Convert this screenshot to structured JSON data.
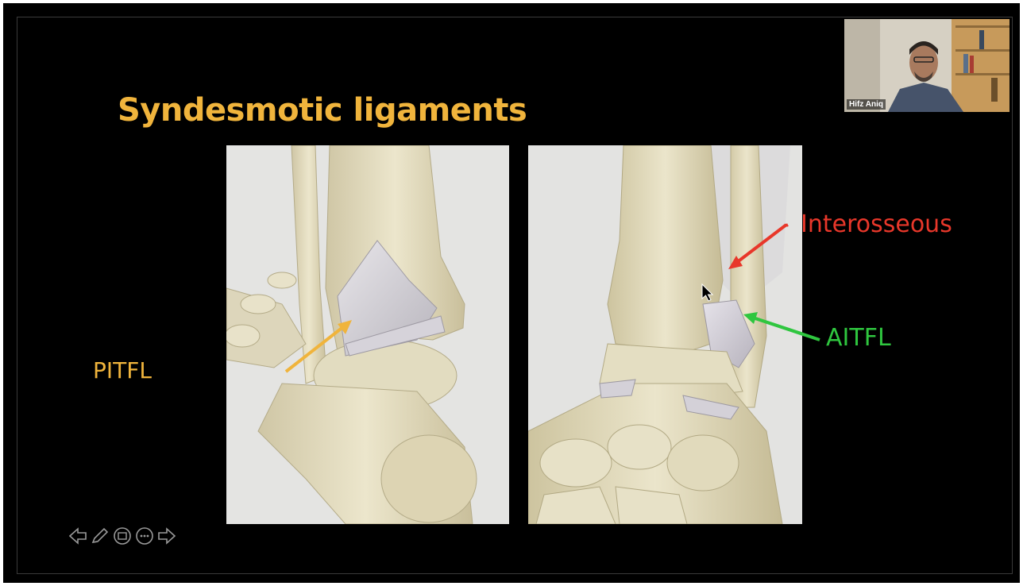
{
  "slide": {
    "title": "Syndesmotic ligaments",
    "labels": {
      "pitfl": "PITFL",
      "interosseous": "Interosseous",
      "aitfl": "AITFL"
    },
    "colors": {
      "title": "#f0b43c",
      "pitfl": "#f0b43c",
      "interosseous": "#e8372a",
      "aitfl": "#2fc63f"
    }
  },
  "video": {
    "participant_name": "Hifz Aniq"
  },
  "navigation": {
    "icons": [
      "previous-arrow-icon",
      "pen-icon",
      "slides-icon",
      "more-options-icon",
      "next-arrow-icon"
    ]
  }
}
